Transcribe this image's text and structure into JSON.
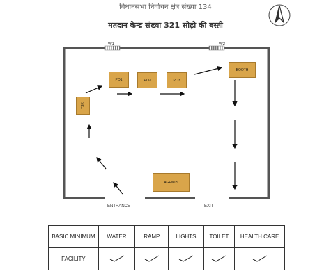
{
  "header": {
    "line1": "विधानसभा निर्वाचन क्षेत्र संख्या 134",
    "line2": "मतदान केन्द्र संख्या 321 सोढ़ो की बस्ती"
  },
  "compass": {
    "icon": "north-arrow-icon"
  },
  "plan": {
    "w1_label": "W1",
    "w2_label": "W2",
    "nodes": [
      {
        "id": "tsk",
        "label": "TSK"
      },
      {
        "id": "po1",
        "label": "PO1"
      },
      {
        "id": "po2",
        "label": "PO2"
      },
      {
        "id": "po3",
        "label": "PO3"
      },
      {
        "id": "booth",
        "label": "BOOTH"
      },
      {
        "id": "agents",
        "label": "AGENTS"
      }
    ],
    "entrance_label": "ENTRANCE",
    "exit_label": "EXIT"
  },
  "facilities_table": {
    "row1_header": "BASIC MINIMUM",
    "columns": [
      "WATER",
      "RAMP",
      "LIGHTS",
      "TOILET",
      "HEALTH CARE"
    ],
    "row2_header": "FACILITY",
    "status": [
      "check",
      "check",
      "check",
      "check",
      "check"
    ]
  }
}
